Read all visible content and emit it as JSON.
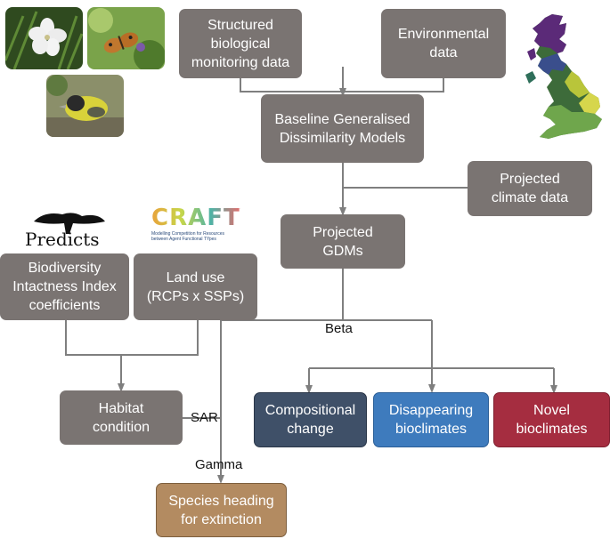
{
  "boxes": {
    "structured": "Structured\nbiological\nmonitoring data",
    "environmental": "Environmental\ndata",
    "baseline": "Baseline Generalised\nDissimilarity Models",
    "projected_climate": "Projected\nclimate data",
    "projected_gdms": "Projected\nGDMs",
    "bii": "Biodiversity\nIntactness Index\ncoefficients",
    "land_use": "Land use\n(RCPs x SSPs)",
    "habitat": "Habitat\ncondition",
    "compositional": "Compositional\nchange",
    "disappearing": "Disappearing\nbioclimates",
    "novel": "Novel\nbioclimates",
    "species": "Species heading\nfor extinction"
  },
  "labels": {
    "beta": "Beta",
    "sar": "SAR",
    "gamma": "Gamma"
  },
  "logos": {
    "predicts": "Predicts",
    "crafty": "CRAFTY",
    "crafty_sub": "Modelling Competition for Resources between Agent Functional TYpes"
  },
  "colors": {
    "grey_box": "#7a7472",
    "compositional": "#3f5068",
    "disappearing": "#3e7bbd",
    "novel": "#a52d40",
    "species": "#b38b61",
    "connector": "#7f7f7f"
  }
}
